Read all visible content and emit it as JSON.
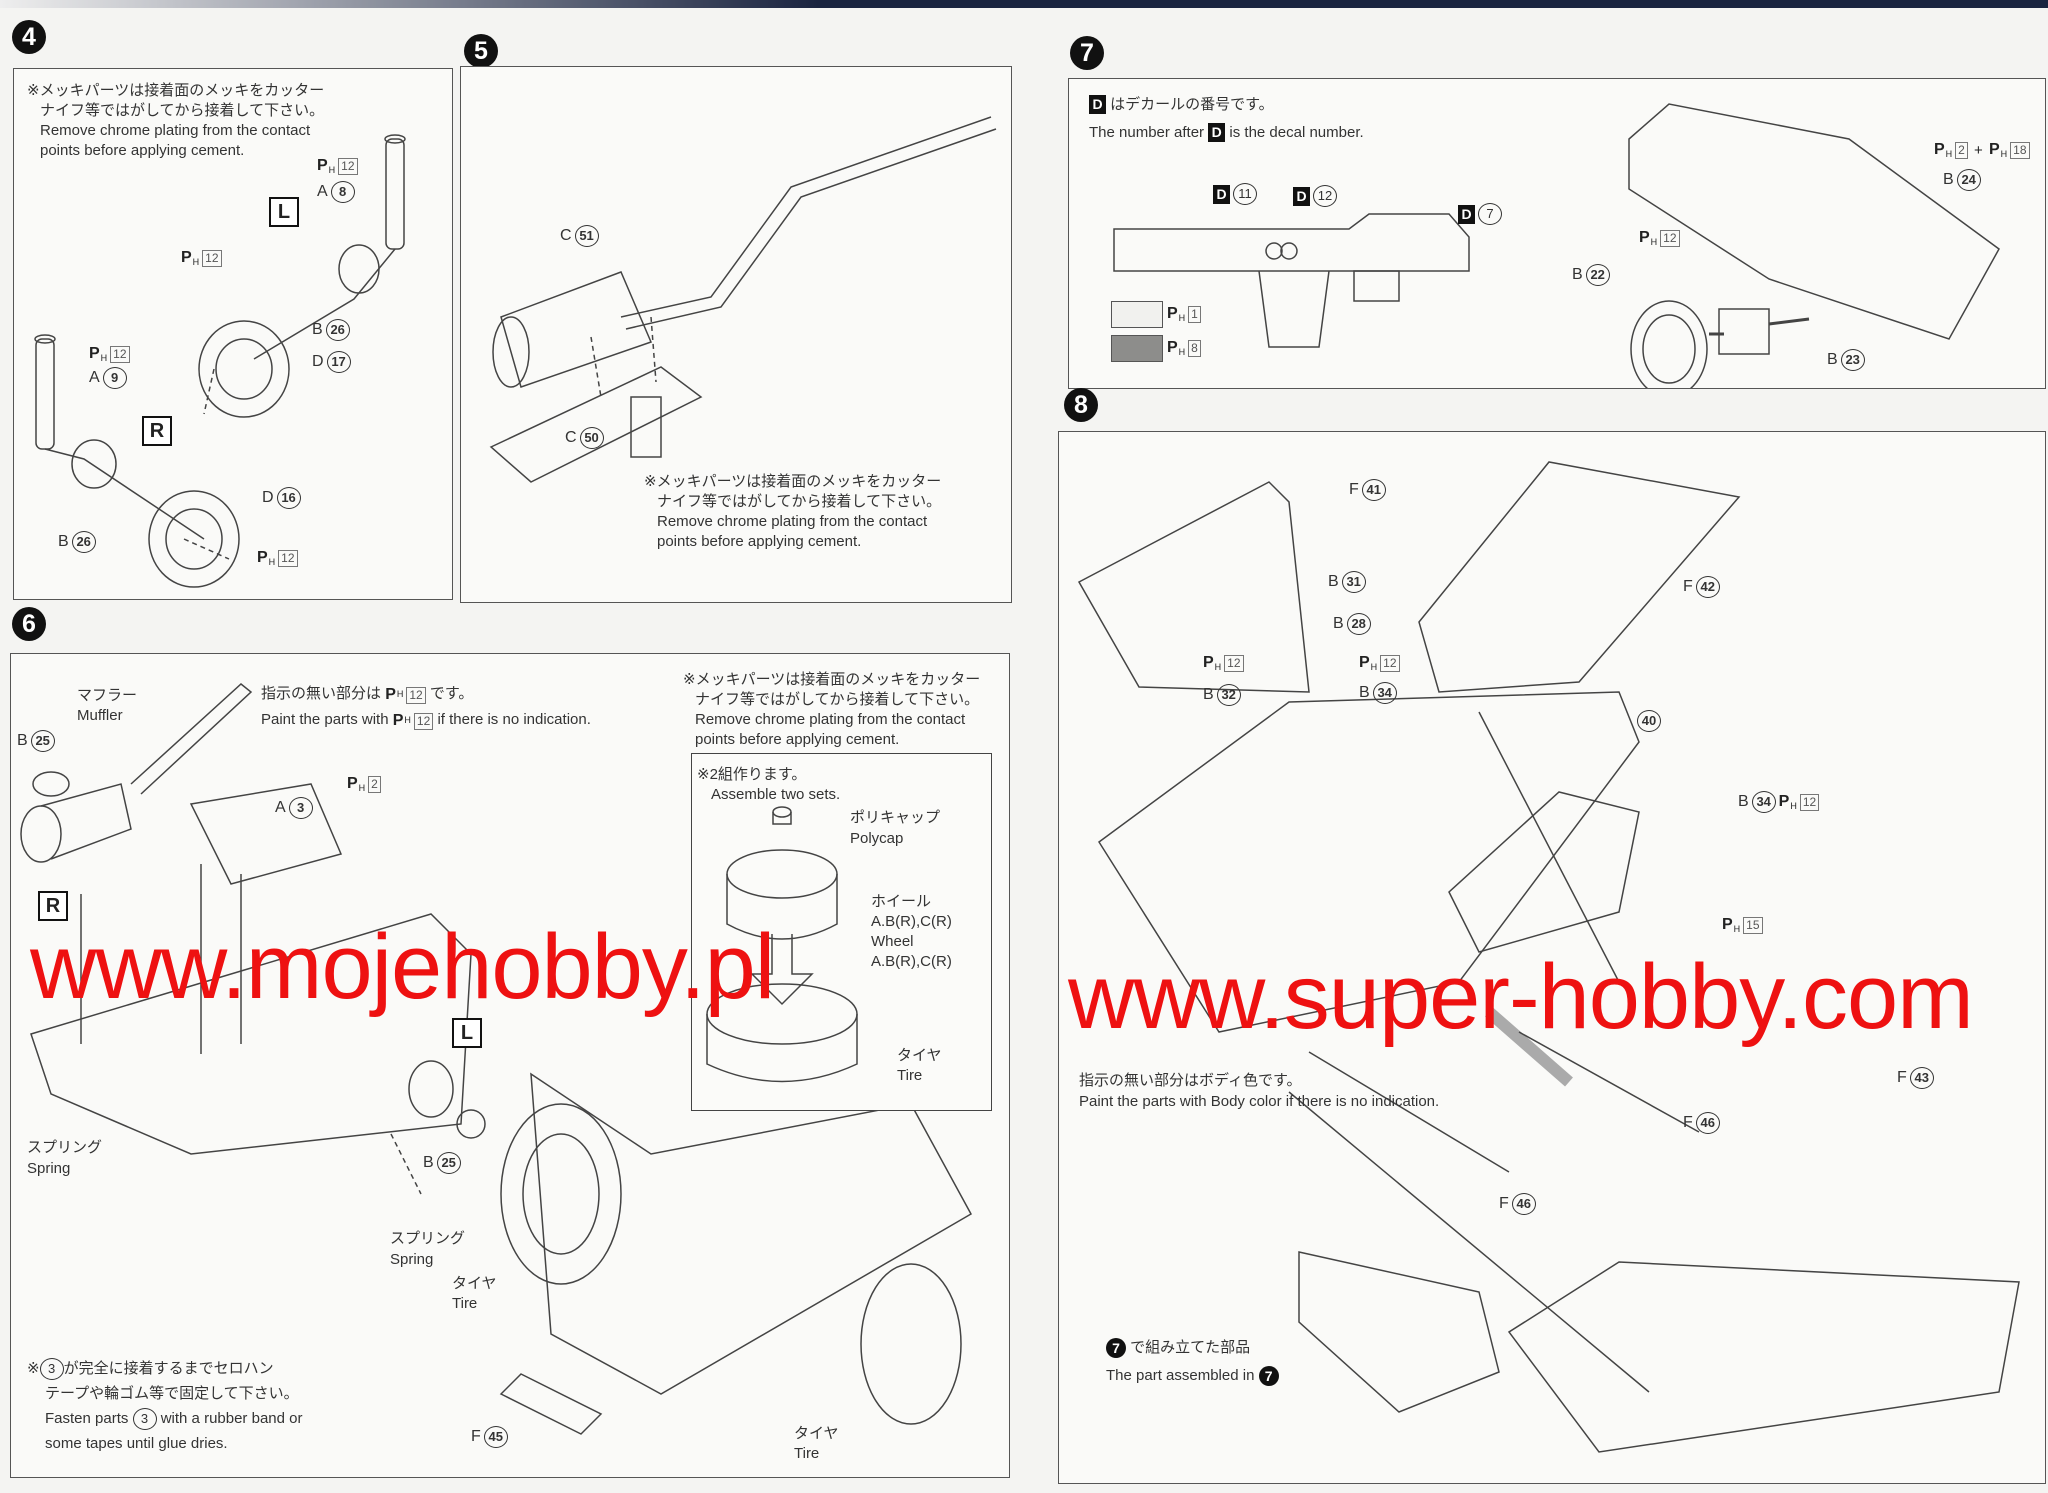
{
  "steps": {
    "s4": {
      "number": "4",
      "note": [
        "※メッキパーツは接着面のメッキをカッター",
        "ナイフ等ではがしてから接着して下さい。",
        "Remove chrome plating from the contact",
        "points before applying cement."
      ],
      "side_left": "L",
      "side_right": "R",
      "paint": "12",
      "parts": {
        "a8": {
          "letter": "A",
          "num": "8"
        },
        "b26": {
          "letter": "B",
          "num": "26"
        },
        "d17": {
          "letter": "D",
          "num": "17"
        },
        "a9": {
          "letter": "A",
          "num": "9"
        },
        "d16": {
          "letter": "D",
          "num": "16"
        }
      }
    },
    "s5": {
      "number": "5",
      "parts": {
        "c51": {
          "letter": "C",
          "num": "51"
        },
        "c50": {
          "letter": "C",
          "num": "50"
        }
      },
      "note": [
        "※メッキパーツは接着面のメッキをカッター",
        "ナイフ等ではがしてから接着して下さい。",
        "Remove chrome plating from the contact",
        "points before applying cement."
      ]
    },
    "s6": {
      "number": "6",
      "muffler_jp": "マフラー",
      "muffler_en": "Muffler",
      "paint_note_jp_pre": "指示の無い部分は",
      "paint_note_jp_post": "です。",
      "paint_note_en_pre": "Paint the parts with",
      "paint_note_en_post": "if there is no indication.",
      "paint_default": "12",
      "chrome_note": [
        "※メッキパーツは接着面のメッキをカッター",
        "ナイフ等ではがしてから接着して下さい。",
        "Remove chrome plating from the contact",
        "points before applying cement."
      ],
      "inset": {
        "jp": "※2組作ります。",
        "en": "Assemble two sets.",
        "polycap_jp": "ポリキャップ",
        "polycap_en": "Polycap",
        "wheel_jp": "ホイール",
        "wheel_parts_jp": "A.B(R),C(R)",
        "wheel_en": "Wheel",
        "wheel_parts_en": "A.B(R),C(R)",
        "tire_jp": "タイヤ",
        "tire_en": "Tire"
      },
      "parts": {
        "b25a": {
          "letter": "B",
          "num": "25"
        },
        "a3": {
          "letter": "A",
          "num": "3"
        },
        "b25b": {
          "letter": "B",
          "num": "25"
        },
        "f45": {
          "letter": "F",
          "num": "45"
        }
      },
      "paint_ph2": "2",
      "side_left": "L",
      "side_right": "R",
      "spring_jp": "スプリング",
      "spring_en": "Spring",
      "tire_jp": "タイヤ",
      "tire_en": "Tire",
      "fasten_note": [
        "※",
        "3",
        "が完全に接着するまでセロハン",
        "テープや輪ゴム等で固定して下さい。",
        "Fasten parts",
        "with a rubber band or",
        "some tapes until glue dries."
      ]
    },
    "s7": {
      "number": "7",
      "decal_mark": "D",
      "decal_note_jp": "はデカールの番号です。",
      "decal_note_en_pre": "The number after",
      "decal_note_en_post": "is the decal number.",
      "decals": [
        "11",
        "12",
        "7"
      ],
      "swatch_colors": [
        "#f1f1ee",
        "#8d8d8b"
      ],
      "swatch_paints": [
        "1",
        "8"
      ],
      "paint_12": "12",
      "paint_combo": [
        "2",
        "18"
      ],
      "plus": "+",
      "parts": {
        "b22": {
          "letter": "B",
          "num": "22"
        },
        "b23": {
          "letter": "B",
          "num": "23"
        },
        "b24": {
          "letter": "B",
          "num": "24"
        }
      }
    },
    "s8": {
      "number": "8",
      "parts": {
        "f41": {
          "letter": "F",
          "num": "41"
        },
        "b31": {
          "letter": "B",
          "num": "31"
        },
        "b28": {
          "letter": "B",
          "num": "28"
        },
        "b32": {
          "letter": "B",
          "num": "32"
        },
        "b34a": {
          "letter": "B",
          "num": "34"
        },
        "f42": {
          "letter": "F",
          "num": "42"
        },
        "p40": {
          "letter": "",
          "num": "40"
        },
        "b34b": {
          "letter": "B",
          "num": "34"
        },
        "f43": {
          "letter": "F",
          "num": "43"
        },
        "f46a": {
          "letter": "F",
          "num": "46"
        },
        "f46b": {
          "letter": "F",
          "num": "46"
        }
      },
      "paint_12": "12",
      "paint_15": "15",
      "body_note_jp": "指示の無い部分はボディ色です。",
      "body_note_en": "Paint the parts with Body color if there is no indication.",
      "assembled_jp": "で組み立てた部品",
      "assembled_en": "The part assembled in",
      "assembled_ref": "7"
    }
  },
  "watermark": {
    "text1": "www.mojehobby.pl",
    "text2": "www.super-hobby.com",
    "color": "#ee1111"
  }
}
